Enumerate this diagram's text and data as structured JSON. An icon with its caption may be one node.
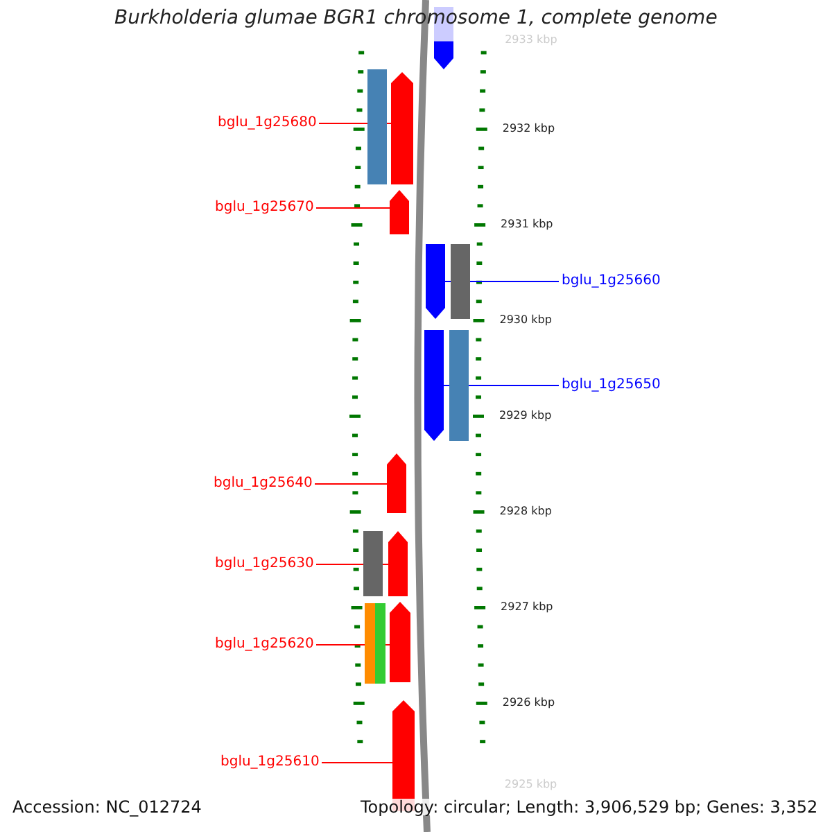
{
  "diagram": {
    "title": "Burkholderia glumae BGR1 chromosome 1, complete genome",
    "nodes": [
      {
        "text": [
          "bglu_1g25680"
        ]
      },
      {
        "text": [
          "bglu_1g25670"
        ]
      },
      {
        "text": [
          "bglu_1g25660"
        ]
      },
      {
        "text": [
          "bglu_1g25650"
        ]
      },
      {
        "text": [
          "bglu_1g25640"
        ]
      },
      {
        "text": [
          "bglu_1g25630"
        ]
      },
      {
        "text": [
          "bglu_1g25620"
        ]
      },
      {
        "text": [
          "bglu_1g25610"
        ]
      },
      {
        "text": [],
        "shape": "arrow"
      },
      {
        "text": [],
        "shape": "bar"
      },
      {
        "text": [],
        "shape": "arrow"
      },
      {
        "text": [],
        "shape": "arrow"
      },
      {
        "text": [],
        "shape": "arrow"
      },
      {
        "text": [],
        "shape": "bar"
      },
      {
        "text": [],
        "shape": "arrow"
      },
      {
        "text": [],
        "shape": "bar"
      },
      {
        "text": [],
        "shape": "arrow"
      },
      {
        "text": [],
        "shape": "bar"
      },
      {
        "text": [],
        "shape": "arrow"
      },
      {
        "text": [],
        "shape": "bar"
      },
      {
        "text": [],
        "shape": "arrow"
      },
      {
        "text": [],
        "shape": "arrow"
      }
    ],
    "edges": [
      {
        "from": 0,
        "to": 10,
        "arrow": "none"
      },
      {
        "from": 1,
        "to": 11,
        "arrow": "none"
      },
      {
        "from": 2,
        "to": 12,
        "arrow": "none",
        "color": "#0000ff"
      },
      {
        "from": 3,
        "to": 14,
        "arrow": "none",
        "color": "#0000ff"
      },
      {
        "from": 4,
        "to": 16,
        "arrow": "none"
      },
      {
        "from": 5,
        "to": 18,
        "arrow": "none"
      },
      {
        "from": 6,
        "to": 20,
        "arrow": "none"
      },
      {
        "from": 7,
        "to": 21,
        "arrow": "none"
      }
    ],
    "labels": [
      "2933 kbp",
      "2932 kbp",
      "2931 kbp",
      "2930 kbp",
      "2929 kbp",
      "2928 kbp",
      "2927 kbp",
      "2926 kbp",
      "2925 kbp",
      "Accession: NC_012724",
      "Topology: circular; Length: 3,906,529 bp; Genes: 3,352"
    ]
  }
}
